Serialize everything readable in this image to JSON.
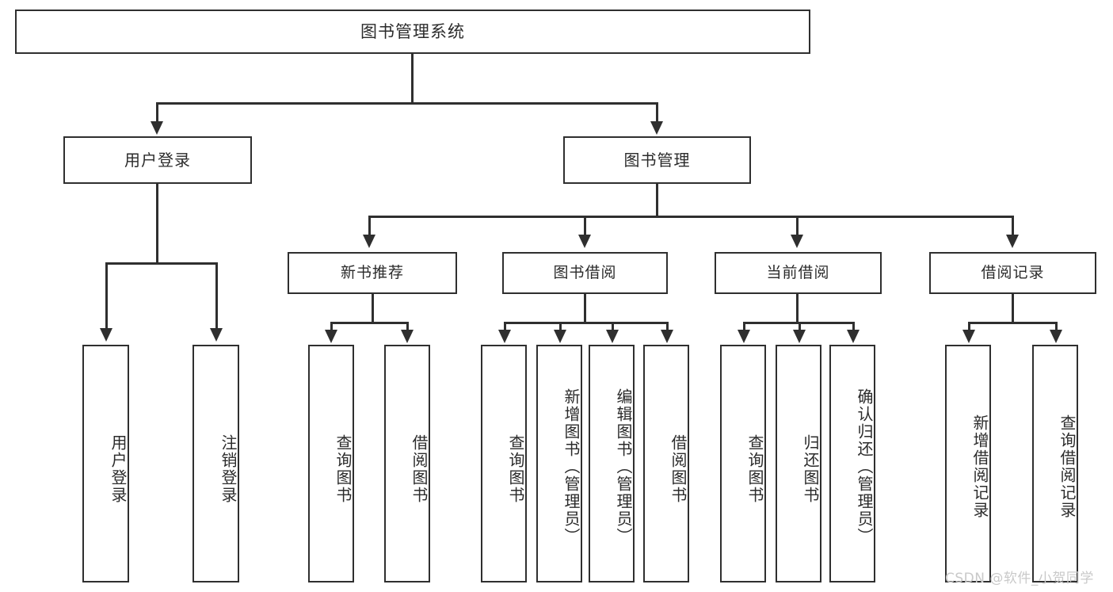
{
  "diagram": {
    "title": "图书管理系统",
    "type": "功能结构图",
    "root": {
      "label": "图书管理系统"
    },
    "level1": [
      {
        "label": "用户登录"
      },
      {
        "label": "图书管理"
      }
    ],
    "level2": [
      {
        "label": "新书推荐"
      },
      {
        "label": "图书借阅"
      },
      {
        "label": "当前借阅"
      },
      {
        "label": "借阅记录"
      }
    ],
    "leaves": {
      "user_login": [
        {
          "label": "用户登录"
        },
        {
          "label": "注销登录"
        }
      ],
      "new_book": [
        {
          "label": "查询图书"
        },
        {
          "label": "借阅图书"
        }
      ],
      "book_borrow": [
        {
          "label": "查询图书"
        },
        {
          "label": "新增图书（管理员）"
        },
        {
          "label": "编辑图书（管理员）"
        },
        {
          "label": "借阅图书"
        }
      ],
      "current_borrow": [
        {
          "label": "查询图书"
        },
        {
          "label": "归还图书"
        },
        {
          "label": "确认归还（管理员）"
        }
      ],
      "borrow_record": [
        {
          "label": "新增借阅记录"
        },
        {
          "label": "查询借阅记录"
        }
      ]
    }
  },
  "watermark": {
    "text": "CSDN @软件_小贺同学"
  },
  "colors": {
    "stroke": "#2f2f2f",
    "fill": "#ffffff",
    "text": "#2b2b2b",
    "watermark": "#c9c9c9"
  }
}
